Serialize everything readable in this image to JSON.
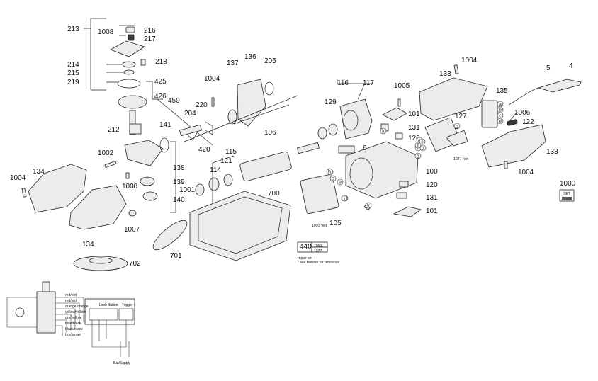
{
  "callouts": [
    "213",
    "1008",
    "216",
    "217",
    "214",
    "218",
    "215",
    "219",
    "425",
    "426",
    "450",
    "212",
    "141",
    "1002",
    "1004",
    "134",
    "1008",
    "1007",
    "134",
    "702",
    "220",
    "204",
    "137",
    "136",
    "205",
    "1004",
    "138",
    "139",
    "140",
    "420",
    "1001",
    "114",
    "121",
    "115",
    "106",
    "116",
    "117",
    "129",
    "1005",
    "101",
    "131",
    "120",
    "133",
    "1004",
    "5",
    "4",
    "135",
    "1006",
    "122",
    "133",
    "1004",
    "127",
    "6",
    "100",
    "120",
    "131",
    "101",
    "105",
    "1000",
    "700",
    "701",
    "440",
    "1050",
    "1027"
  ],
  "letters": [
    "a",
    "b",
    "c",
    "d",
    "e",
    "f",
    "g",
    "h",
    "i",
    "k",
    "h",
    "d",
    "e",
    "i",
    "k",
    "c",
    "d",
    "f",
    "g"
  ],
  "set_label": "SET",
  "set_1027": "1027 *set",
  "set_1050": "1050 *set",
  "repair_note": [
    "repair set",
    "* see Bulletin for reference"
  ],
  "wiring": {
    "lock_button": "Lock Button",
    "trigger": "Trigger",
    "wire_colors": [
      "red/red",
      "red/red",
      "orange/orange",
      "yellow/yellow",
      "grn/yellow",
      "blue/black",
      "black/black",
      "brn/brown"
    ],
    "bottom_label": "Bat/Supply"
  }
}
